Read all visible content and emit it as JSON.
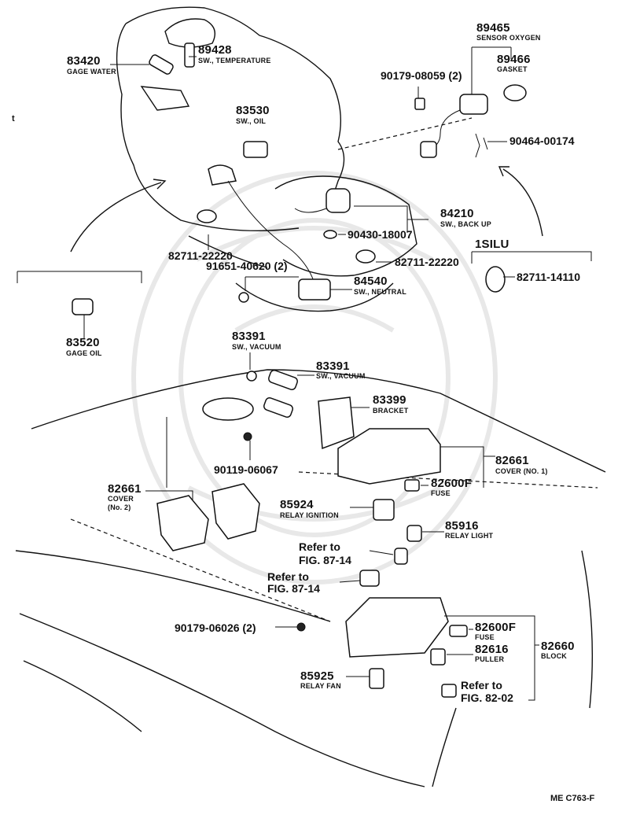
{
  "labels": {
    "p83420": "83420",
    "p83420_desc": "GAGE WATER",
    "p89428": "89428",
    "p89428_desc": "SW., TEMPERATURE",
    "p83530": "83530",
    "p83530_desc": "SW., OIL",
    "p89465": "89465",
    "p89465_desc": "SENSOR OXYGEN",
    "p89466": "89466",
    "p89466_desc": "GASKET",
    "p90179_08059": "90179-08059 (2)",
    "p90464_00174": "90464-00174",
    "p84210": "84210",
    "p84210_desc": "SW., BACK UP",
    "p90430_18007": "90430-18007",
    "p82711_22220_a": "82711-22220",
    "p82711_22220_b": "82711-22220",
    "p1silu": "1SILU",
    "p82711_14110": "82711-14110",
    "p91651_40620": "91651-40620 (2)",
    "p84540": "84540",
    "p84540_desc": "SW., NEUTRAL",
    "p83520": "83520",
    "p83520_desc": "GAGE OIL",
    "p83391_a": "83391",
    "p83391_a_desc": "SW., VACUUM",
    "p83391_b": "83391",
    "p83391_b_desc": "SW., VACUUM",
    "p83399": "83399",
    "p83399_desc": "BRACKET",
    "p90119_06067": "90119-06067",
    "p82661_a": "82661",
    "p82661_a_desc": "COVER (NO. 1)",
    "p82600f_a": "82600F",
    "p82600f_a_desc": "FUSE",
    "p82661_b": "82661",
    "p82661_b_desc1": "COVER",
    "p82661_b_desc2": "(No. 2)",
    "p85924": "85924",
    "p85924_desc": "RELAY IGNITION",
    "p85916": "85916",
    "p85916_desc": "RELAY LIGHT",
    "ref1_a": "Refer to",
    "ref1_b": "FIG. 87-14",
    "ref2_a": "Refer to",
    "ref2_b": "FIG. 87-14",
    "p90179_06026": "90179-06026 (2)",
    "p82600f_b": "82600F",
    "p82600f_b_desc": "FUSE",
    "p82616": "82616",
    "p82616_desc": "PULLER",
    "p82660": "82660",
    "p82660_desc": "BLOCK",
    "p85925": "85925",
    "p85925_desc": "RELAY FAN",
    "ref3_a": "Refer to",
    "ref3_b": "FIG. 82-02",
    "code": "ME C763-F",
    "margin_mark": "t"
  }
}
